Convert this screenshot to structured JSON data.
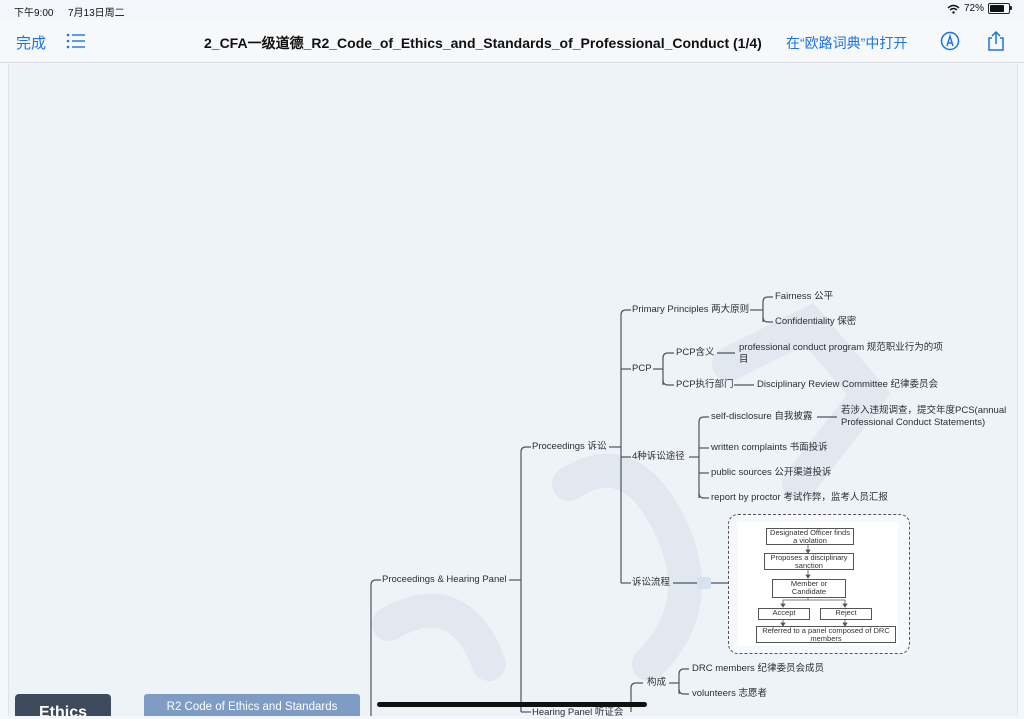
{
  "status_bar": {
    "time": "下午9:00",
    "date": "7月13日周二",
    "battery": "72%"
  },
  "toolbar": {
    "done_label": "完成",
    "title": "2_CFA一级道德_R2_Code_of_Ethics_and_Standards_of_Professional_Conduct (1/4)",
    "open_in_label": "在“欧路词典”中打开"
  },
  "mindmap": {
    "ethics_label": "Ethics",
    "r2_label": "R2 Code of Ethics and Standards",
    "proceedings_hearing_panel": "Proceedings & Hearing Panel",
    "proceedings": "Proceedings 诉讼",
    "primary_principles": "Primary Principles 两大原则",
    "fairness": "Fairness 公平",
    "confidentiality": "Confidentiality 保密",
    "pcp": "PCP",
    "pcp_meaning": "PCP含义",
    "pcp_meaning_desc": "professional conduct program 规范职业行为的项目",
    "pcp_dept": "PCP执行部门",
    "drc": "Disciplinary Review Committee 纪律委员会",
    "four_ways": "4种诉讼途径",
    "self_disclosure": "self-disclosure 自我披露",
    "self_disclosure_desc": "若涉入违规调查，提交年度PCS(annual Professional Conduct Statements)",
    "written_complaints": "written complaints 书面投诉",
    "public_sources": "public sources 公开渠道投诉",
    "report_proctor": "report by proctor 考试作弊，监考人员汇报",
    "process": "诉讼流程",
    "composition": "构成",
    "drc_members": "DRC members 纪律委员会成员",
    "volunteers": "volunteers 志愿者",
    "hearing_panel": "Hearing Panel 听证会"
  },
  "flowchart": {
    "designated_officer": "Designated Officer finds a violation",
    "proposes_sanction": "Proposes a disciplinary sanction",
    "member_candidate": "Member or Candidate",
    "accept": "Accept",
    "reject": "Reject",
    "referred_panel": "Referred to a panel composed of DRC members"
  },
  "colors": {
    "accent": "#1a73e8",
    "line": "#4a5563",
    "ethics_box": "#3c4a5c",
    "r2_box": "#7f9cc4"
  }
}
